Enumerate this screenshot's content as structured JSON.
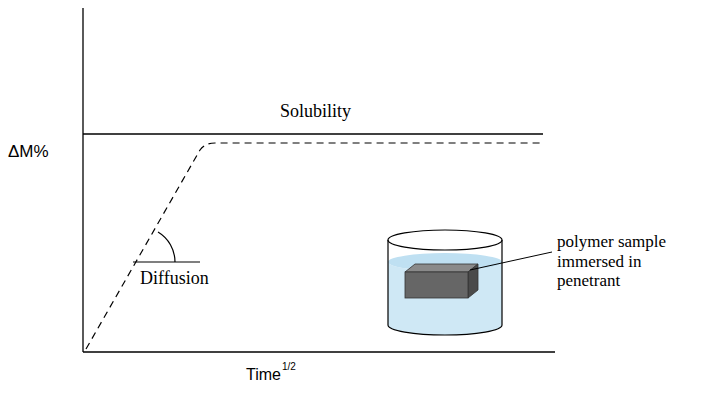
{
  "diagram": {
    "labels": [
      "Solubility",
      "ΔM%",
      "Diffusion",
      "polymer sample immersed in penetrant",
      "Time",
      "1/2"
    ]
  }
}
